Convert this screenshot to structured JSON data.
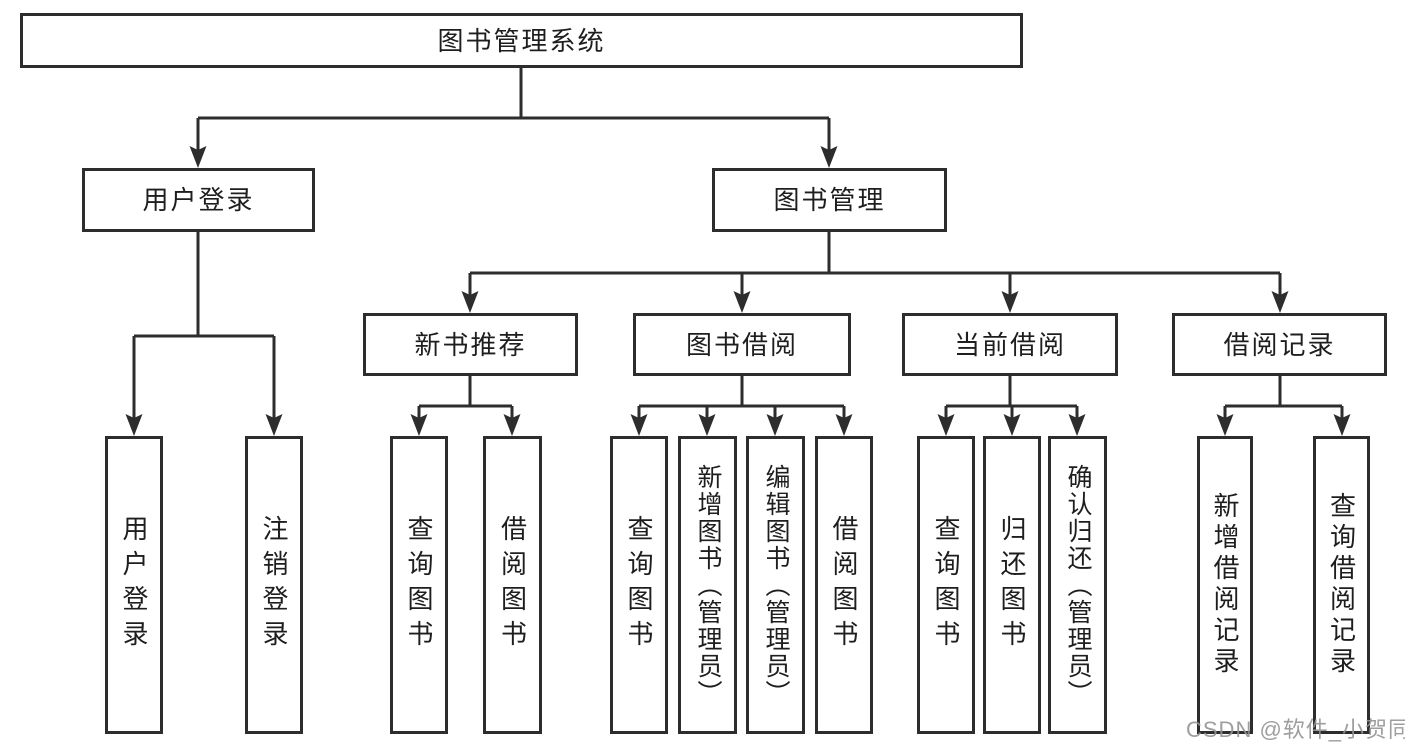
{
  "diagram": {
    "root": {
      "label": "图书管理系统"
    },
    "level2": [
      {
        "label": "用户登录"
      },
      {
        "label": "图书管理"
      }
    ],
    "level3": [
      {
        "label": "新书推荐"
      },
      {
        "label": "图书借阅"
      },
      {
        "label": "当前借阅"
      },
      {
        "label": "借阅记录"
      }
    ],
    "leaves": {
      "user_login": [
        {
          "label": "用户登录"
        },
        {
          "label": "注销登录"
        }
      ],
      "new_book_recommend": [
        {
          "label": "查询图书"
        },
        {
          "label": "借阅图书"
        }
      ],
      "book_borrowing": [
        {
          "label": "查询图书"
        },
        {
          "label": "新增图书（管理员）"
        },
        {
          "label": "编辑图书（管理员）"
        },
        {
          "label": "借阅图书"
        }
      ],
      "current_borrowing": [
        {
          "label": "查询图书"
        },
        {
          "label": "归还图书"
        },
        {
          "label": "确认归还（管理员）"
        }
      ],
      "borrowing_records": [
        {
          "label": "新增借阅记录"
        },
        {
          "label": "查询借阅记录"
        }
      ]
    }
  },
  "watermark": {
    "text": "CSDN @软件_小贺同学"
  },
  "colors": {
    "line": "#2d2d2d",
    "text": "#1e1e1e",
    "watermark": "#949494",
    "background": "#ffffff"
  }
}
